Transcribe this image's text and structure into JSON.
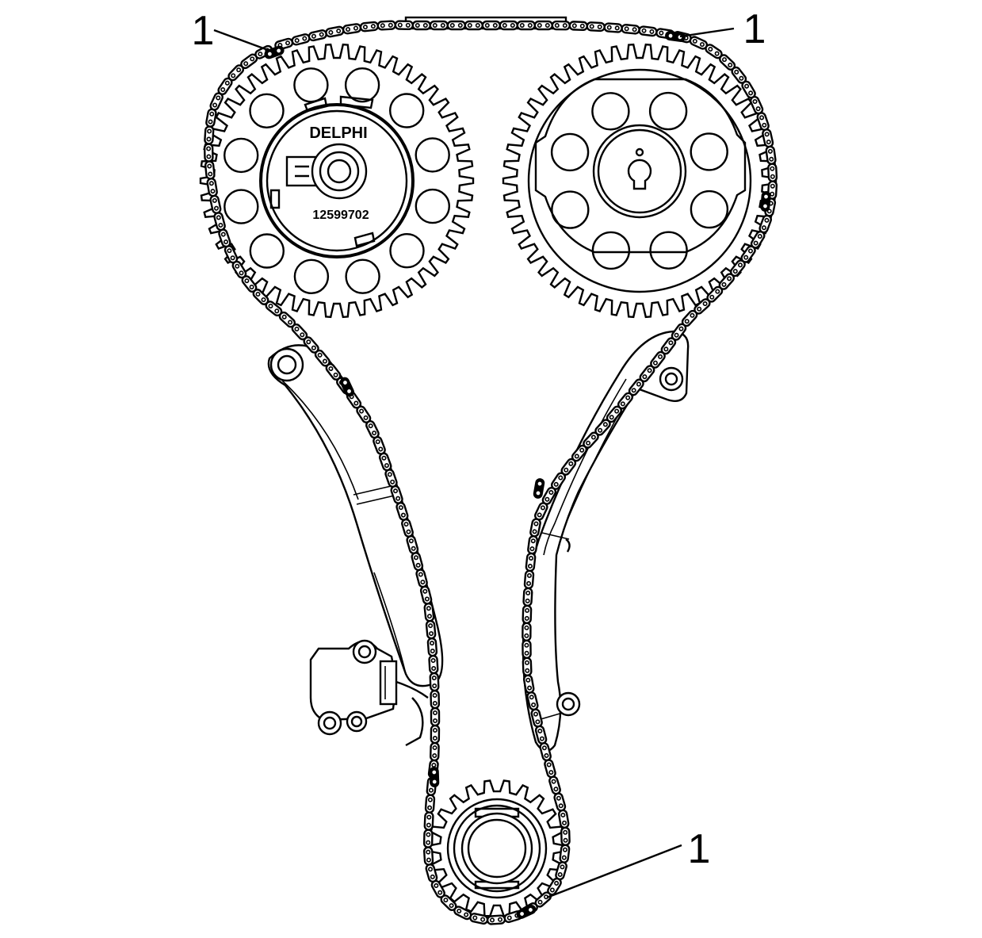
{
  "callouts": [
    {
      "id": "callout-top-left",
      "label": "1"
    },
    {
      "id": "callout-top-right",
      "label": "1"
    },
    {
      "id": "callout-bottom",
      "label": "1"
    }
  ],
  "sprocket_marking": {
    "brand": "DELPHI",
    "part_number": "12599702"
  },
  "colors": {
    "line": "#000000",
    "background": "#ffffff"
  }
}
